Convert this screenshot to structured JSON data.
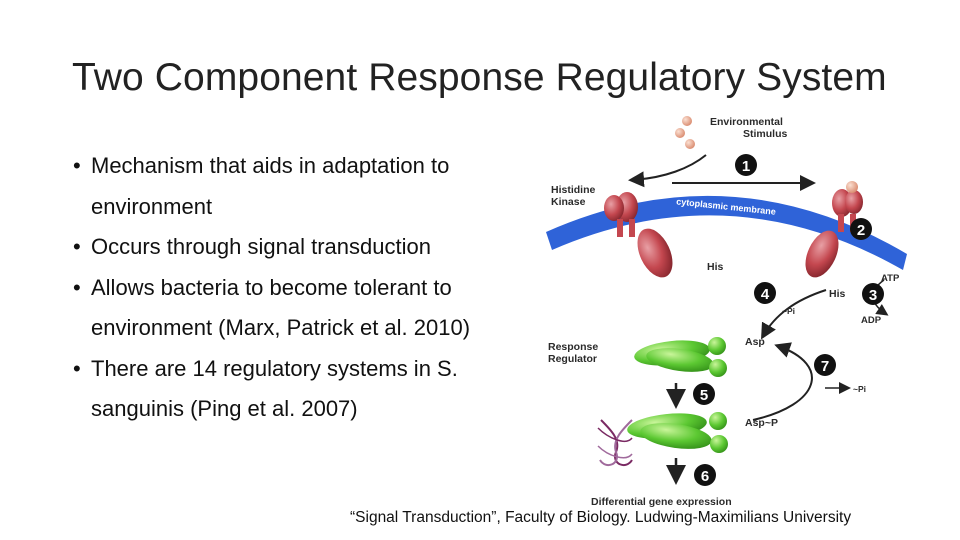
{
  "slide": {
    "title": "Two Component Response Regulatory System",
    "bullets": [
      "Mechanism that aids in adaptation to environment",
      "Occurs through signal transduction",
      "Allows bacteria to become tolerant to environment (Marx, Patrick et al. 2010)",
      "There are 14 regulatory systems in S. sanguinis (Ping et al. 2007)"
    ],
    "caption": "“Signal Transduction”, Faculty of Biology. Ludwing-Maximilians University"
  },
  "diagram": {
    "labels": {
      "stimulus_line1": "Environmental",
      "stimulus_line2": "Stimulus",
      "kinase_line1": "Histidine",
      "kinase_line2": "Kinase",
      "membrane": "cytoplasmic membrane",
      "his_left": "His",
      "his_right": "His",
      "atp": "ATP",
      "adp": "ADP",
      "pi_upper": "~Pi",
      "pi_lower": "~Pi",
      "regulator_line1": "Response",
      "regulator_line2": "Regulator",
      "asp": "Asp",
      "asp_p": "Asp~P",
      "gene_expression": "Differential gene expression"
    },
    "steps": [
      "1",
      "2",
      "3",
      "4",
      "5",
      "6",
      "7"
    ],
    "colors": {
      "membrane": "#2f63d8",
      "kinase": "#c4474f",
      "stimulus": "#e5a186",
      "regulator": "#5cc832",
      "dna_a": "#7a2a63",
      "dna_b": "#a06a9c",
      "step_badge": "#111111"
    }
  }
}
